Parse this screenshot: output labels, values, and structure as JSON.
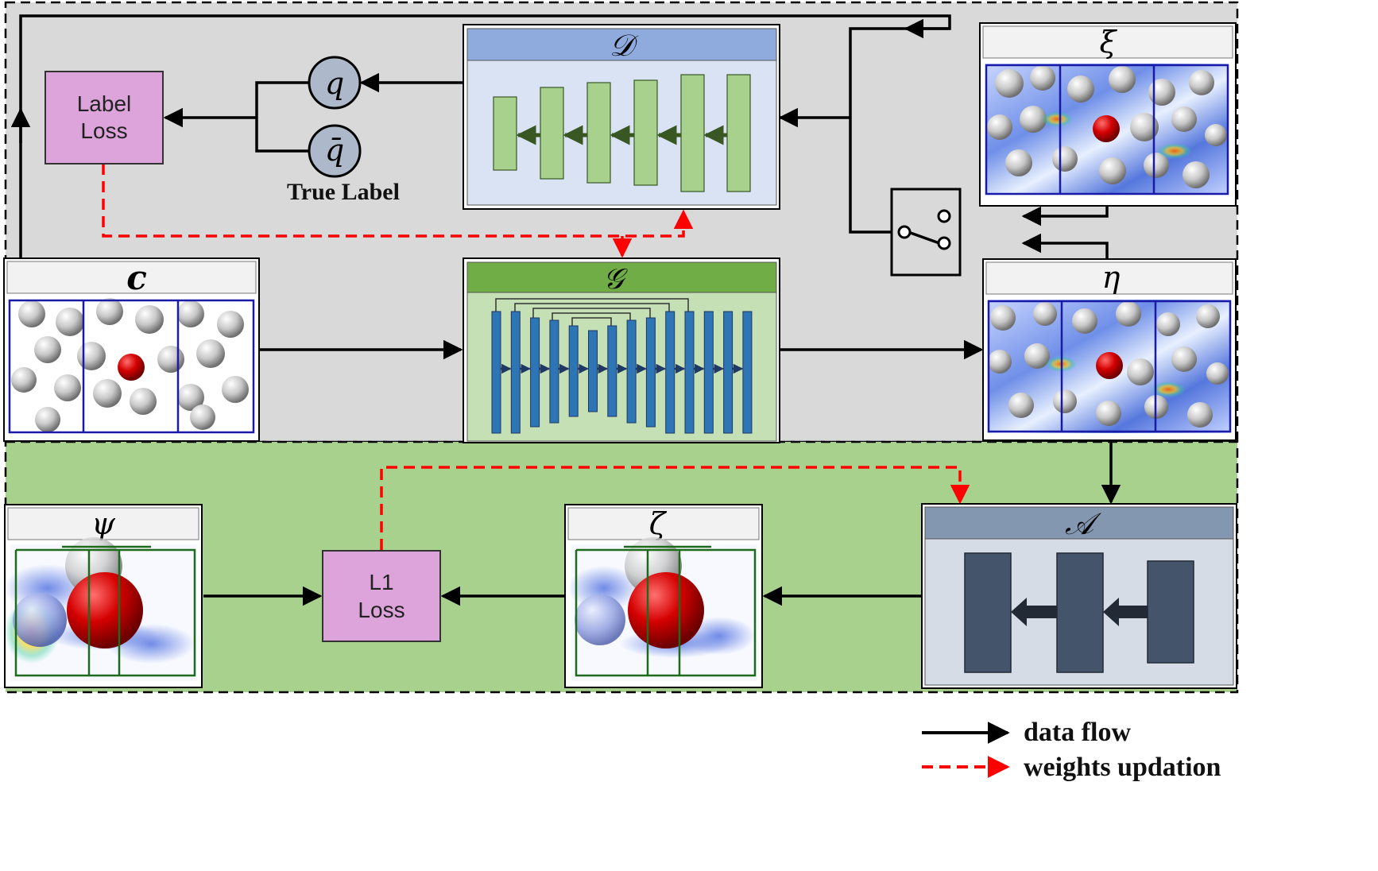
{
  "panels": {
    "xi": {
      "label": "ξ"
    },
    "eta": {
      "label": "η"
    },
    "c": {
      "label": "c"
    },
    "psi": {
      "label": "ψ"
    },
    "zeta": {
      "label": "ζ"
    }
  },
  "networks": {
    "discriminator": {
      "label": "𝒟"
    },
    "generator": {
      "label": "𝒢"
    },
    "autoencoder": {
      "label": "𝒜"
    }
  },
  "losses": {
    "label_loss": {
      "line1": "Label",
      "line2": "Loss"
    },
    "l1_loss": {
      "line1": "L1",
      "line2": "Loss"
    }
  },
  "nodes": {
    "q": {
      "label": "q"
    },
    "q_bar": {
      "label": "q̄"
    },
    "true_label": "True Label"
  },
  "legend": {
    "data_flow": "data flow",
    "weights_update": "weights updation"
  },
  "colors": {
    "top_region": "#d9d9d9",
    "bottom_region": "#a9d18e",
    "loss_box": "#dca4da",
    "disc_header": "#8faadc",
    "disc_body": "#dae3f3",
    "gen_header": "#70ad47",
    "gen_body": "#c5e0b4",
    "ae_header": "#8497b0",
    "ae_body": "#d6dce5",
    "disc_bar": "#a9d18e",
    "gen_bar": "#2e75b6",
    "ae_bar": "#44546a",
    "red_dash": "#ff0000"
  }
}
